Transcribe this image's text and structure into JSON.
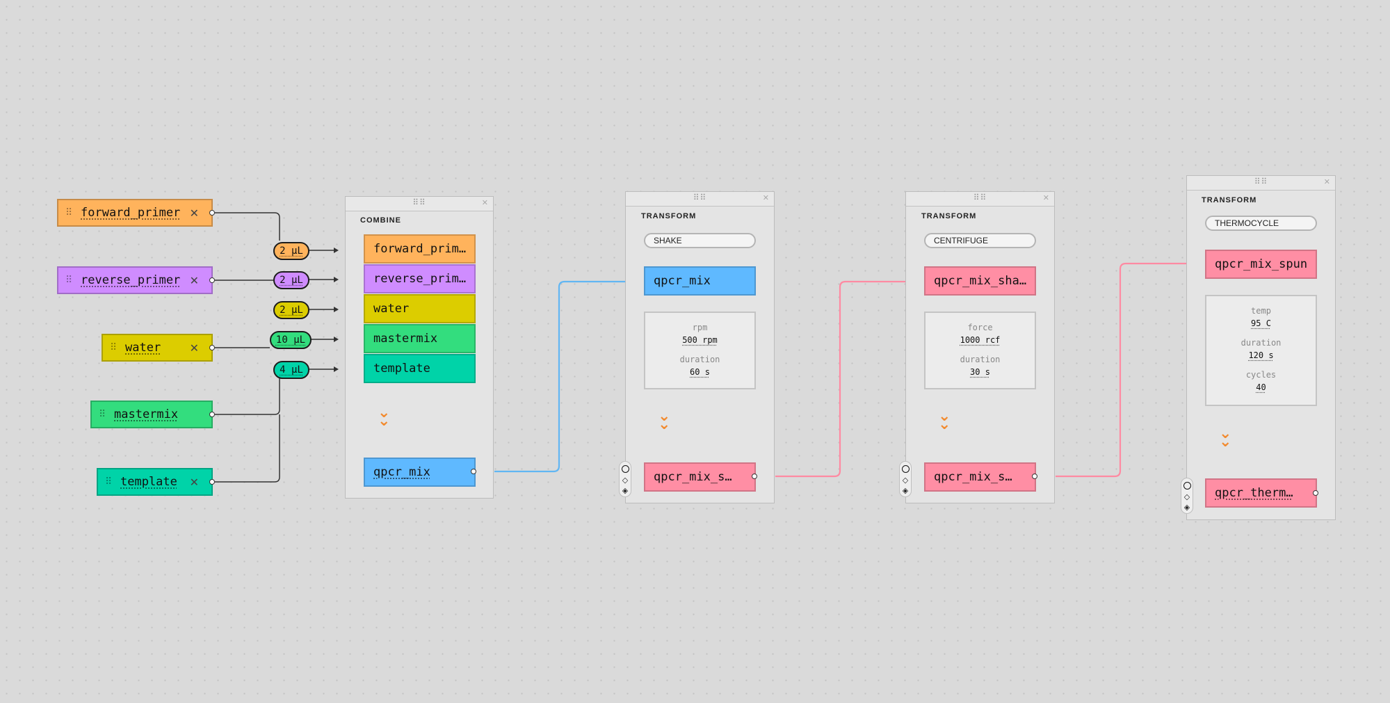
{
  "colors": {
    "orange": "#ffb35c",
    "purple": "#cf8cff",
    "yellow": "#dccd00",
    "green": "#33dd7e",
    "teal": "#00d3a8",
    "blue": "#5fb9ff",
    "pink": "#ff8ea4",
    "accent_chevron": "#f28a2e"
  },
  "ingredients": [
    {
      "label": "forward_primer",
      "amount": "2 µL"
    },
    {
      "label": "reverse_primer",
      "amount": "2 µL"
    },
    {
      "label": "water",
      "amount": "2 µL"
    },
    {
      "label": "mastermix",
      "amount": "10 µL"
    },
    {
      "label": "template",
      "amount": "4 µL"
    }
  ],
  "icons": {
    "grip": "drag-handle-icon",
    "remove": "close-icon",
    "next": "chevron-double-down-icon"
  },
  "combine": {
    "title": "COMBINE",
    "items": [
      "forward_prim…",
      "reverse_prim…",
      "water",
      "mastermix",
      "template"
    ],
    "output": "qpcr_mix"
  },
  "transforms": [
    {
      "title": "TRANSFORM",
      "operation": "SHAKE",
      "input": "qpcr_mix",
      "params": [
        {
          "label": "rpm",
          "value": "500 rpm"
        },
        {
          "label": "duration",
          "value": "60 s"
        }
      ],
      "output": "qpcr_mix_s…"
    },
    {
      "title": "TRANSFORM",
      "operation": "CENTRIFUGE",
      "input": "qpcr_mix_sha…",
      "params": [
        {
          "label": "force",
          "value": "1000 rcf"
        },
        {
          "label": "duration",
          "value": "30 s"
        }
      ],
      "output": "qpcr_mix_s…"
    },
    {
      "title": "TRANSFORM",
      "operation": "THERMOCYCLE",
      "input": "qpcr_mix_spun",
      "params": [
        {
          "label": "temp",
          "value": "95 C"
        },
        {
          "label": "duration",
          "value": "120 s"
        },
        {
          "label": "cycles",
          "value": "40"
        }
      ],
      "output": "qpcr_therm…"
    }
  ]
}
